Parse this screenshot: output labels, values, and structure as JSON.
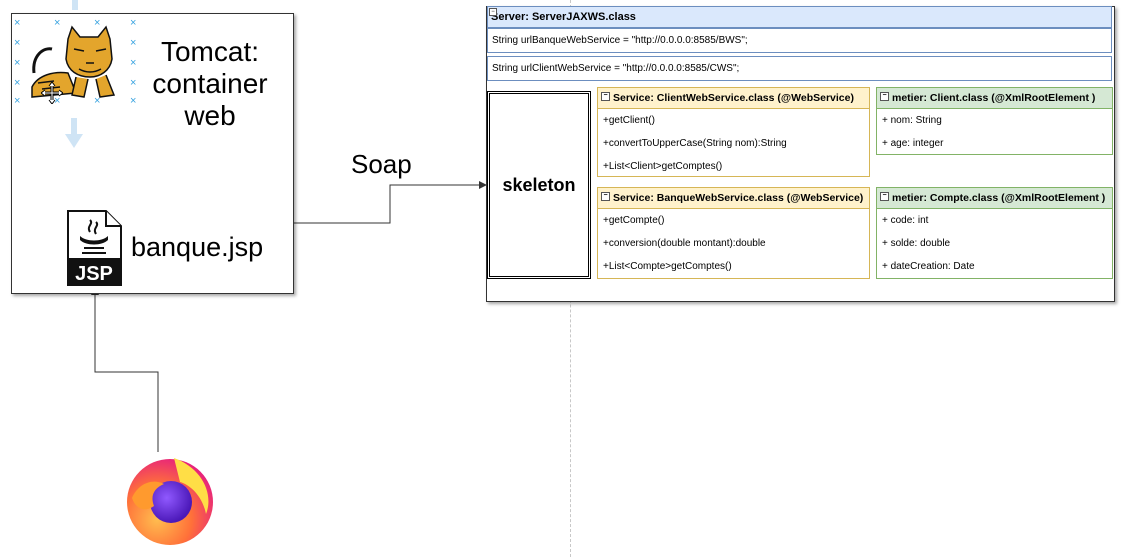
{
  "tomcat": {
    "title": "Tomcat:\ncontainer\nweb",
    "icon": "tomcat-icon",
    "selected": true
  },
  "jsp": {
    "label": "banque.jsp",
    "icon_text": "JSP",
    "icon": "jsp-file-icon"
  },
  "browser": {
    "icon": "firefox-icon"
  },
  "connector": {
    "label": "Soap"
  },
  "server": {
    "header": "Server: ServerJAXWS.class",
    "urls": [
      "String urlBanqueWebService = \"http://0.0.0.0:8585/BWS\";",
      "String urlClientWebService = \"http://0.0.0.0:8585/CWS\";"
    ],
    "skeleton": "skeleton",
    "classes": [
      {
        "title": "Service: ClientWebService.class  (@WebService)",
        "rows": [
          "+getClient()",
          "+convertToUpperCase(String nom):String",
          "+List<Client>getComptes()"
        ]
      },
      {
        "title": "metier: Client.class (@XmlRootElement )",
        "rows": [
          "+ nom: String",
          "+ age: integer"
        ]
      },
      {
        "title": "Service: BanqueWebService.class  (@WebService)",
        "rows": [
          "+getCompte()",
          "+conversion(double montant):double",
          "+List<Compte>getComptes()"
        ]
      },
      {
        "title": "metier: Compte.class (@XmlRootElement )",
        "rows": [
          "+ code: int",
          "+ solde: double",
          "+ dateCreation: Date"
        ]
      }
    ]
  },
  "colors": {
    "service_fill": "#fff2cc",
    "service_border": "#d6b656",
    "entity_fill": "#d5e8d4",
    "entity_border": "#82b366",
    "server_header": "#dae8fc"
  }
}
